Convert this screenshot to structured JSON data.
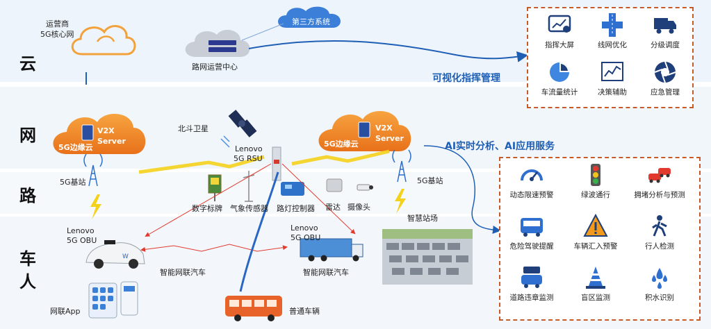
{
  "layers": {
    "cloud": "云",
    "net": "网",
    "road": "路",
    "car": "车",
    "person": "人"
  },
  "cloud_layer": {
    "operator_core": [
      "运营商",
      "5G核心网"
    ],
    "third_party": "第三方系统",
    "road_center": "路网运营中心",
    "viz_label": "可视化指挥管理"
  },
  "top_services": [
    {
      "label": "指挥大屏",
      "icon": "dashboard-screen-icon"
    },
    {
      "label": "线网优化",
      "icon": "road-network-icon"
    },
    {
      "label": "分级调度",
      "icon": "truck-icon"
    },
    {
      "label": "车流量统计",
      "icon": "pie-chart-icon"
    },
    {
      "label": "决策辅助",
      "icon": "line-chart-icon"
    },
    {
      "label": "应急管理",
      "icon": "aperture-icon"
    }
  ],
  "net_layer": {
    "edge_cloud_left": {
      "name": "5G边缘云",
      "server": [
        "V2X",
        "Server"
      ]
    },
    "edge_cloud_right": {
      "name": "5G边缘云",
      "server": [
        "V2X",
        "Server"
      ]
    },
    "beidou": "北斗卫星",
    "rsu": [
      "Lenovo",
      "5G RSU"
    ],
    "ai_label": "AI实时分析、AI应用服务"
  },
  "road_layer": {
    "base_station_left": "5G基站",
    "base_station_right": "5G基站",
    "devices": [
      "数字标牌",
      "气象传感器",
      "路灯控制器",
      "雷达",
      "摄像头"
    ],
    "smart_station": "智慧站场"
  },
  "car_layer": {
    "obu_left": [
      "Lenovo",
      "5G OBU"
    ],
    "obu_mid": [
      "Lenovo",
      "5G OBU"
    ],
    "car_left": "智能网联汽车",
    "car_mid": "智能网联汽车",
    "app": "网联App",
    "bus": "普通车辆"
  },
  "bottom_services": [
    {
      "label": "动态限速预警",
      "icon": "speedometer-icon"
    },
    {
      "label": "绿波通行",
      "icon": "traffic-light-icon"
    },
    {
      "label": "拥堵分析与预测",
      "icon": "congestion-cars-icon"
    },
    {
      "label": "危险驾驶提醒",
      "icon": "bus-icon"
    },
    {
      "label": "车辆汇入预警",
      "icon": "warning-sign-icon"
    },
    {
      "label": "行人检测",
      "icon": "pedestrian-icon"
    },
    {
      "label": "道路违章监测",
      "icon": "violation-car-icon"
    },
    {
      "label": "盲区监测",
      "icon": "traffic-cone-icon"
    },
    {
      "label": "积水识别",
      "icon": "water-drops-icon"
    }
  ],
  "colors": {
    "accent_blue": "#1e5fb5",
    "orange": "#f08a24",
    "dash_border": "#c65a2a",
    "lightning": "#f4d21c",
    "link_red": "#e23a2f"
  }
}
